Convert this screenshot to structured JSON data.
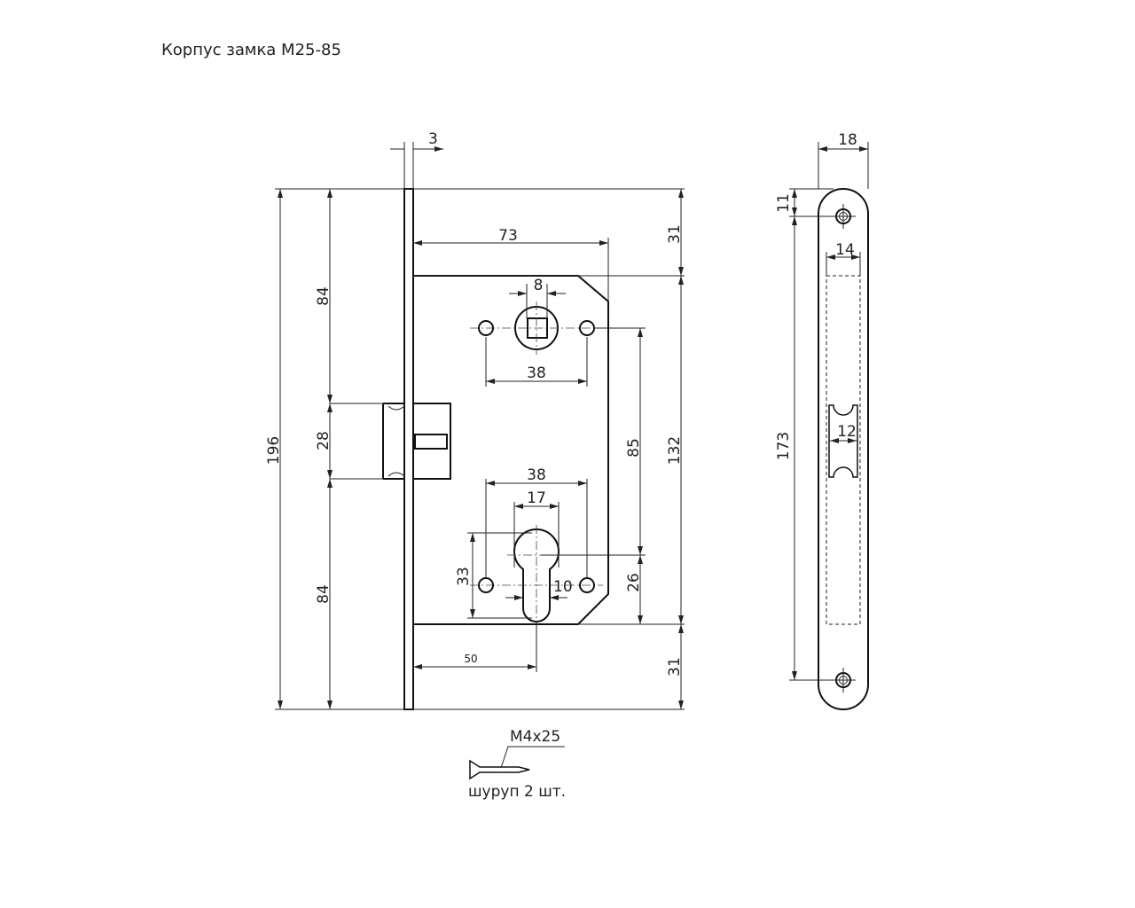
{
  "title": "Корпус замка М25-85",
  "front_view": {
    "dims": {
      "plate_thickness": "3",
      "total_height": "196",
      "upper": "84",
      "latch": "28",
      "lower": "84",
      "backset_width": "73",
      "top_offset": "31",
      "body_height": "132",
      "bottom_offset": "31",
      "spindle_square": "8",
      "handle_holes": "38",
      "center_distance": "85",
      "cylinder_holes": "38",
      "cylinder_width": "17",
      "cylinder_height": "33",
      "hole_offset": "10",
      "cylinder_to_bottom": "26",
      "backset": "50"
    },
    "screw": {
      "spec": "М4х25",
      "label": "шуруп 2 шт."
    }
  },
  "side_view": {
    "dims": {
      "width": "18",
      "hole_offset": "11",
      "hole_distance": "173",
      "body_width": "14",
      "latch_width": "12"
    }
  }
}
